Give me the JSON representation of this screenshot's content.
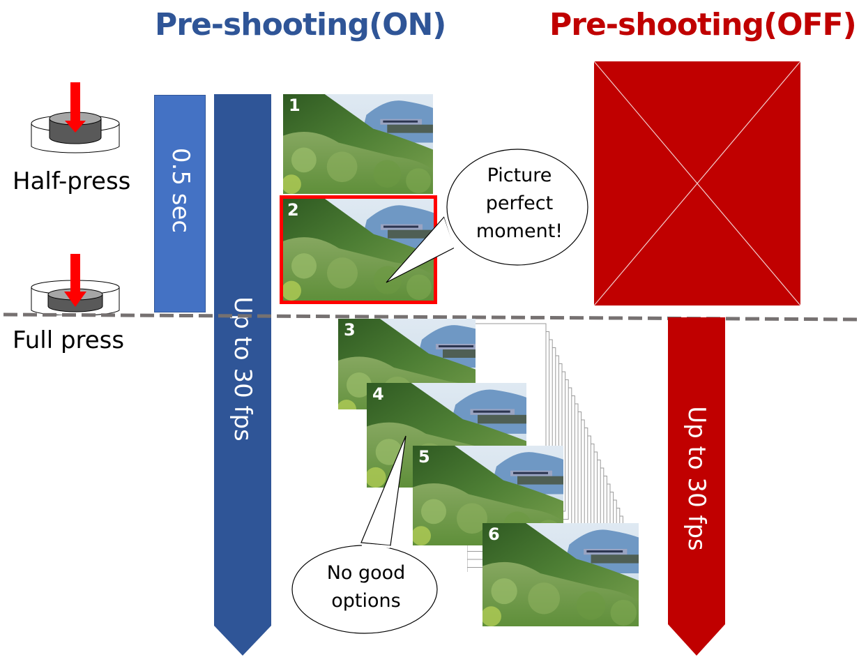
{
  "titles": {
    "on": "Pre-shooting(ON)",
    "off": "Pre-shooting(OFF)"
  },
  "colors": {
    "on_title": "#2F5597",
    "off_title": "#C00000",
    "bar_light_blue": "#4472C4",
    "bar_dark_blue": "#2F5597",
    "off_red": "#C00000",
    "arrow_red": "#FF0000",
    "highlight_red": "#FF0000",
    "divider_gray": "#767171"
  },
  "button_states": {
    "half_press_label": "Half-press",
    "full_press_label": "Full press"
  },
  "bars": {
    "buffer_duration": "0.5 sec",
    "on_rate": "Up to 30 fps",
    "off_rate": "Up to 30 fps"
  },
  "frames": [
    {
      "number": "1",
      "highlighted": false
    },
    {
      "number": "2",
      "highlighted": true
    },
    {
      "number": "3",
      "highlighted": false
    },
    {
      "number": "4",
      "highlighted": false
    },
    {
      "number": "5",
      "highlighted": false
    },
    {
      "number": "6",
      "highlighted": false
    }
  ],
  "callouts": {
    "good": [
      "Picture",
      "perfect",
      "moment!"
    ],
    "bad": [
      "No good",
      "options"
    ]
  }
}
